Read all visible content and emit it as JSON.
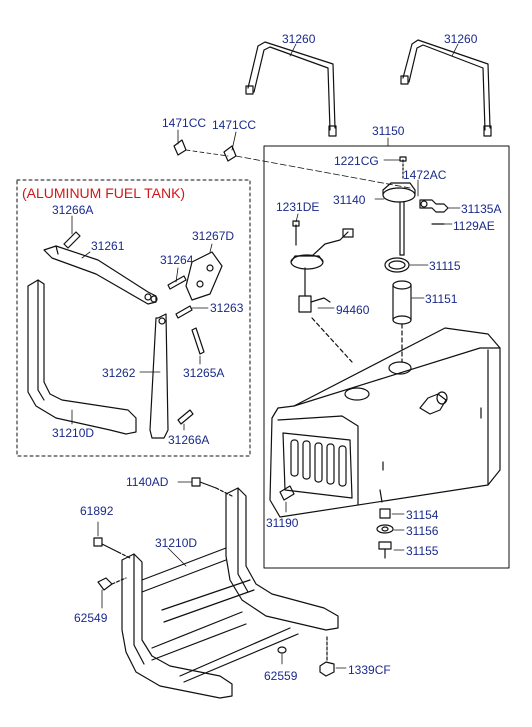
{
  "colors": {
    "label": "#1a2a8a",
    "section_title": "#d01818",
    "line": "#111111"
  },
  "section_title": "(ALUMINUM FUEL TANK)",
  "labels": {
    "p31260a": "31260",
    "p31260b": "31260",
    "p1471cc_a": "1471CC",
    "p1471cc_b": "1471CC",
    "p31150": "31150",
    "p1221cg": "1221CG",
    "p1472ac": "1472AC",
    "p31140": "31140",
    "p31135a": "31135A",
    "p1129ae": "1129AE",
    "p1231de": "1231DE",
    "p31115": "31115",
    "p31151": "31151",
    "p94460": "94460",
    "p31266a_top": "31266A",
    "p31261": "31261",
    "p31267d": "31267D",
    "p31264": "31264",
    "p31263": "31263",
    "p31262": "31262",
    "p31265a": "31265A",
    "p31210d_top": "31210D",
    "p31266a_bot": "31266A",
    "p1140ad": "1140AD",
    "p61892": "61892",
    "p31210d_bot": "31210D",
    "p62549": "62549",
    "p62559": "62559",
    "p1339cf": "1339CF",
    "p31154": "31154",
    "p31156": "31156",
    "p31155": "31155",
    "p31190": "31190"
  }
}
